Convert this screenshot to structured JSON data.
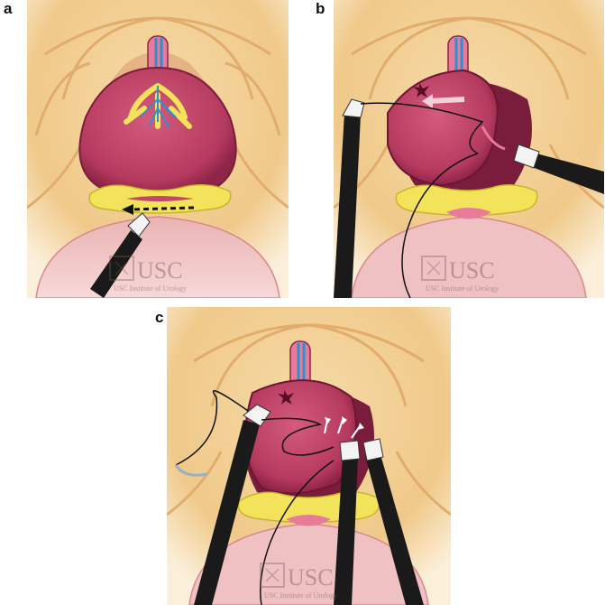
{
  "panels": [
    {
      "label": "a",
      "watermark_title": "USC",
      "watermark_subtitle": "USC Institute of Urology"
    },
    {
      "label": "b",
      "watermark_title": "USC",
      "watermark_subtitle": "USC Institute of Urology"
    },
    {
      "label": "c",
      "watermark_title": "USC",
      "watermark_subtitle": "USC Institute of Urology"
    }
  ],
  "colors": {
    "skin": "#f2cf93",
    "skin_fold": "#e2ad6c",
    "bladder": "#c2456a",
    "bladder_dark": "#8e2447",
    "fat": "#f3e35a",
    "vessel": "#2f8fcf",
    "instrument": "#1a1a1a",
    "prostate": "#e8a3a8"
  }
}
